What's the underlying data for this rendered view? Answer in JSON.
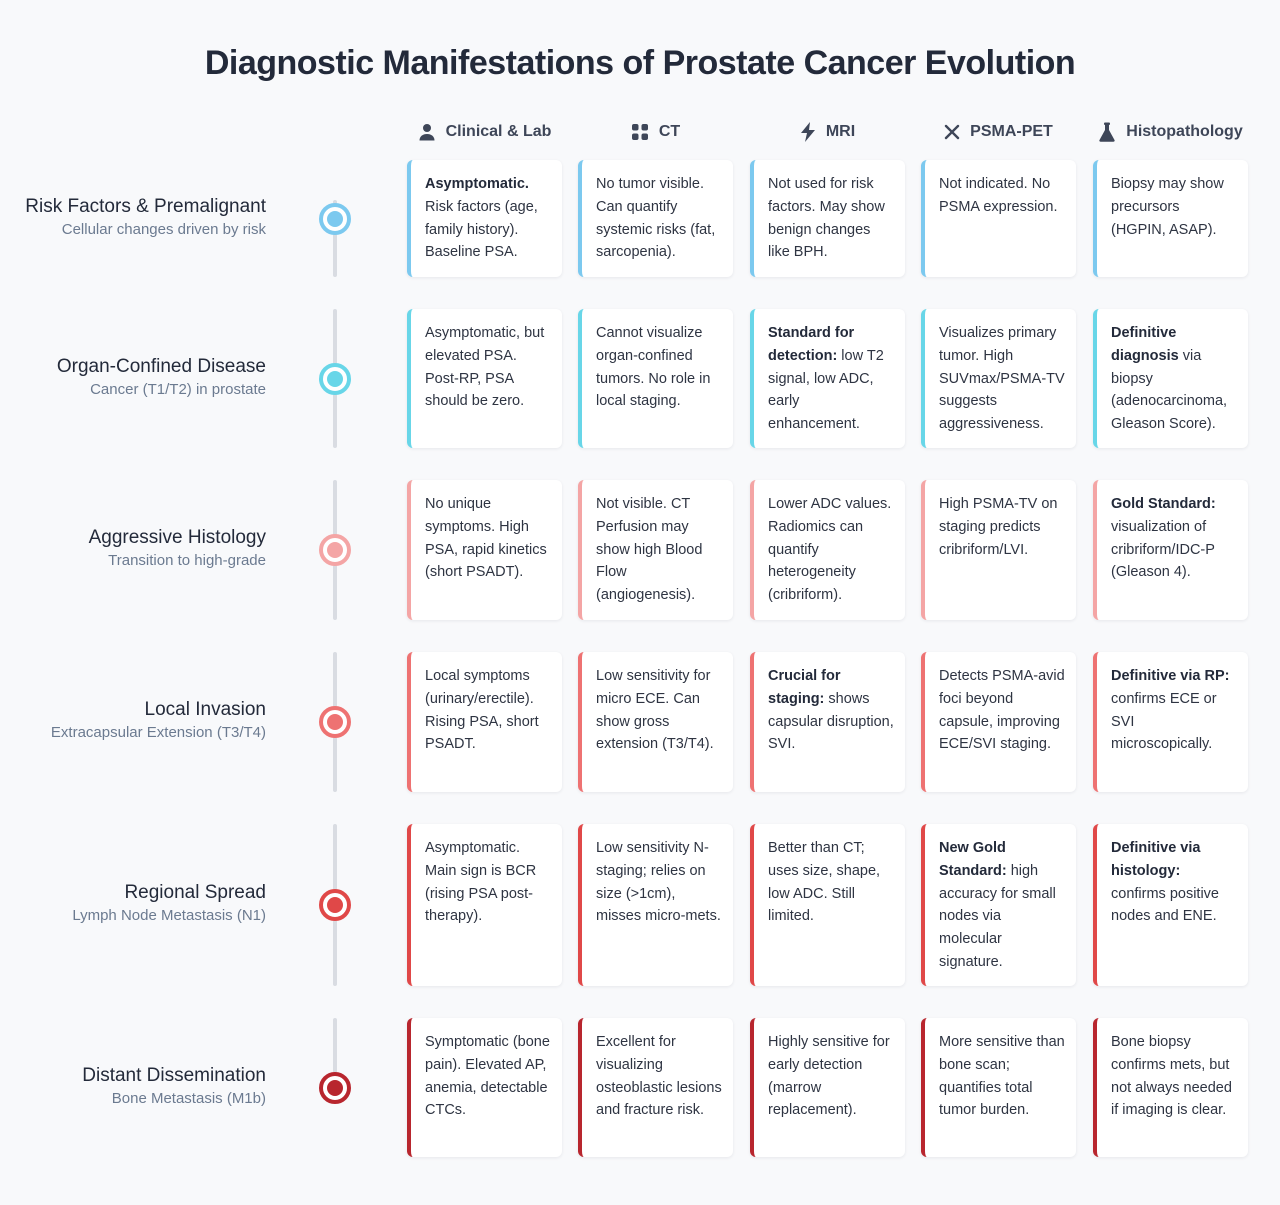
{
  "title": "Diagnostic Manifestations of Prostate Cancer Evolution",
  "columns": [
    {
      "label": "Clinical & Lab",
      "icon": "person-icon"
    },
    {
      "label": "CT",
      "icon": "grid-icon"
    },
    {
      "label": "MRI",
      "icon": "lightning-icon"
    },
    {
      "label": "PSMA-PET",
      "icon": "x-icon"
    },
    {
      "label": "Histopathology",
      "icon": "flask-icon"
    }
  ],
  "stages": [
    {
      "name": "Risk Factors & Premalignant",
      "sub": "Cellular changes driven by risk",
      "color": "#7cc9ef",
      "cells": [
        {
          "bold": "Asymptomatic.",
          "text": " Risk factors (age, family history). Baseline PSA."
        },
        {
          "bold": "",
          "text": "No tumor visible. Can quantify systemic risks (fat, sarcopenia)."
        },
        {
          "bold": "",
          "text": "Not used for risk factors. May show benign changes like BPH."
        },
        {
          "bold": "",
          "text": "Not indicated. No PSMA expression."
        },
        {
          "bold": "",
          "text": "Biopsy may show precursors (HGPIN, ASAP)."
        }
      ]
    },
    {
      "name": "Organ-Confined Disease",
      "sub": "Cancer (T1/T2) in prostate",
      "color": "#68d6e8",
      "cells": [
        {
          "bold": "",
          "text": "Asymptomatic, but elevated PSA. Post-RP, PSA should be zero."
        },
        {
          "bold": "",
          "text": "Cannot visualize organ-confined tumors. No role in local staging."
        },
        {
          "bold": "Standard for detection:",
          "text": " low T2 signal, low ADC, early enhancement."
        },
        {
          "bold": "",
          "text": "Visualizes primary tumor. High SUVmax/PSMA-TV suggests aggressiveness."
        },
        {
          "bold": "Definitive diagnosis",
          "text": " via biopsy (adenocarcinoma, Gleason Score)."
        }
      ]
    },
    {
      "name": "Aggressive Histology",
      "sub": "Transition to high-grade",
      "color": "#f4a5a5",
      "cells": [
        {
          "bold": "",
          "text": "No unique symptoms. High PSA, rapid kinetics (short PSADT)."
        },
        {
          "bold": "",
          "text": "Not visible. CT Perfusion may show high Blood Flow (angiogenesis)."
        },
        {
          "bold": "",
          "text": "Lower ADC values. Radiomics can quantify heterogeneity (cribriform)."
        },
        {
          "bold": "",
          "text": "High PSMA-TV on staging predicts cribriform/LVI."
        },
        {
          "bold": "Gold Standard:",
          "text": " visualization of cribriform/IDC-P (Gleason 4)."
        }
      ]
    },
    {
      "name": "Local Invasion",
      "sub": "Extracapsular Extension (T3/T4)",
      "color": "#ee7272",
      "cells": [
        {
          "bold": "",
          "text": "Local symptoms (urinary/erectile). Rising PSA, short PSADT."
        },
        {
          "bold": "",
          "text": "Low sensitivity for micro ECE. Can show gross extension (T3/T4)."
        },
        {
          "bold": "Crucial for staging:",
          "text": " shows capsular disruption, SVI."
        },
        {
          "bold": "",
          "text": "Detects PSMA-avid foci beyond capsule, improving ECE/SVI staging."
        },
        {
          "bold": "Definitive via RP:",
          "text": " confirms ECE or SVI microscopically."
        }
      ]
    },
    {
      "name": "Regional Spread",
      "sub": "Lymph Node Metastasis (N1)",
      "color": "#e04848",
      "cells": [
        {
          "bold": "",
          "text": "Asymptomatic. Main sign is BCR (rising PSA post-therapy)."
        },
        {
          "bold": "",
          "text": "Low sensitivity N-staging; relies on size (>1cm), misses micro-mets."
        },
        {
          "bold": "",
          "text": "Better than CT; uses size, shape, low ADC. Still limited."
        },
        {
          "bold": "New Gold Standard:",
          "text": " high accuracy for small nodes via molecular signature."
        },
        {
          "bold": "Definitive via histology:",
          "text": " confirms positive nodes and ENE."
        }
      ]
    },
    {
      "name": "Distant Dissemination",
      "sub": "Bone Metastasis (M1b)",
      "color": "#b8262e",
      "cells": [
        {
          "bold": "",
          "text": "Symptomatic (bone pain). Elevated AP, anemia, detectable CTCs."
        },
        {
          "bold": "",
          "text": "Excellent for visualizing osteoblastic lesions and fracture risk."
        },
        {
          "bold": "",
          "text": "Highly sensitive for early detection (marrow replacement)."
        },
        {
          "bold": "",
          "text": "More sensitive than bone scan; quantifies total tumor burden."
        },
        {
          "bold": "",
          "text": "Bone biopsy confirms mets, but not always needed if imaging is clear."
        }
      ]
    }
  ]
}
